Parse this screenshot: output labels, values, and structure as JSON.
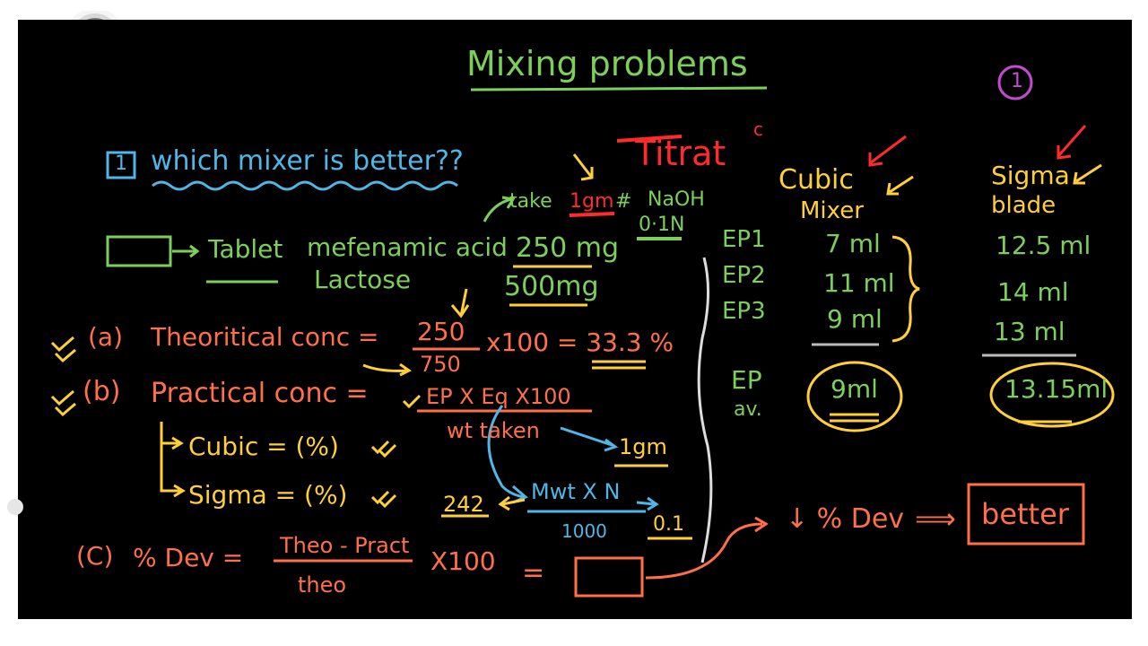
{
  "title": "Mixing problems",
  "circle_num": "1",
  "q1_num": "1",
  "q1_text": "which mixer is better??",
  "titration": "Titrat",
  "titration_sup": "c",
  "take_pre": "take",
  "take_gm": "1gm",
  "take_hash": "#",
  "take_naoh": "NaOH",
  "take_norm": "0·1N",
  "tablet": "Tablet",
  "mefenamic": "mefenamic acid",
  "lactose": "Lactose",
  "mg250": "250 mg",
  "mg500": "500mg",
  "a_label": "(a)",
  "a_text": "Theoritical conc =",
  "a_num": "250",
  "a_den": "750",
  "a_rest": "x100 = 33.3 %",
  "b_label": "(b)",
  "b_text": "Practical conc =",
  "b_num": "EP X Eq X100",
  "b_den": "wt taken",
  "b_gm": "1gm",
  "cubic_pct": "Cubic = (%)",
  "sigma_pct": "Sigma = (%)",
  "n242": "242",
  "mwt_num": "Mwt X N",
  "mwt_den": "1000",
  "n01": "0.1",
  "c_label": "(C)",
  "c_text": "% Dev =",
  "c_num": "Theo - Pract",
  "c_den": "theo",
  "c_x100": "X100",
  "c_eq": "=",
  "dev_text": "↓ % Dev",
  "dev_arrow": "⟹",
  "better": "better",
  "ep_labels": [
    "EP1",
    "EP2",
    "EP3"
  ],
  "ep_av": "EP",
  "ep_av2": "av.",
  "cubic_head": "Cubic",
  "cubic_head2": "Mixer",
  "cubic_vals": [
    "7 ml",
    "11 ml",
    "9 ml"
  ],
  "cubic_avg": "9ml",
  "sigma_head": "Sigma",
  "sigma_head2": "blade",
  "sigma_vals": [
    "12.5 ml",
    "14 ml",
    "13 ml"
  ],
  "sigma_avg": "13.15ml"
}
